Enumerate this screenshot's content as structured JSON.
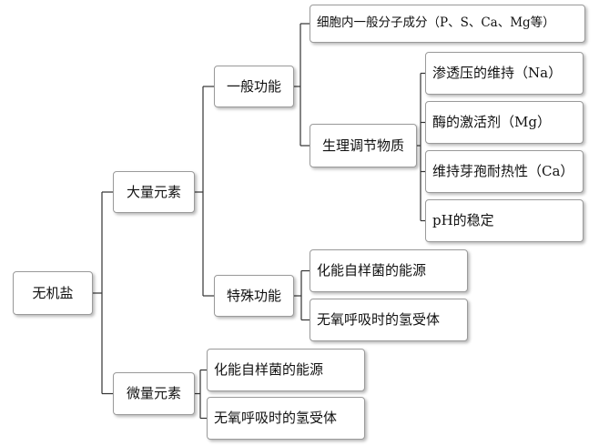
{
  "diagram": {
    "root": {
      "label": "无机盐"
    },
    "macro": {
      "label": "大量元素",
      "general": {
        "label": "一般功能",
        "molecule": "细胞内一般分子成分（P、S、Ca、Mg等）",
        "regulation": {
          "label": "生理调节物质",
          "osmotic": "渗透压的维持（Na）",
          "enzyme": "酶的激活剂（Mg）",
          "spore": "维持芽孢耐热性（Ca）",
          "ph": "pH的稳定"
        }
      },
      "special": {
        "label": "特殊功能",
        "energy": "化能自样菌的能源",
        "acceptor": "无氧呼吸时的氢受体"
      }
    },
    "micro": {
      "label": "微量元素",
      "energy": "化能自样菌的能源",
      "acceptor": "无氧呼吸时的氢受体"
    }
  }
}
